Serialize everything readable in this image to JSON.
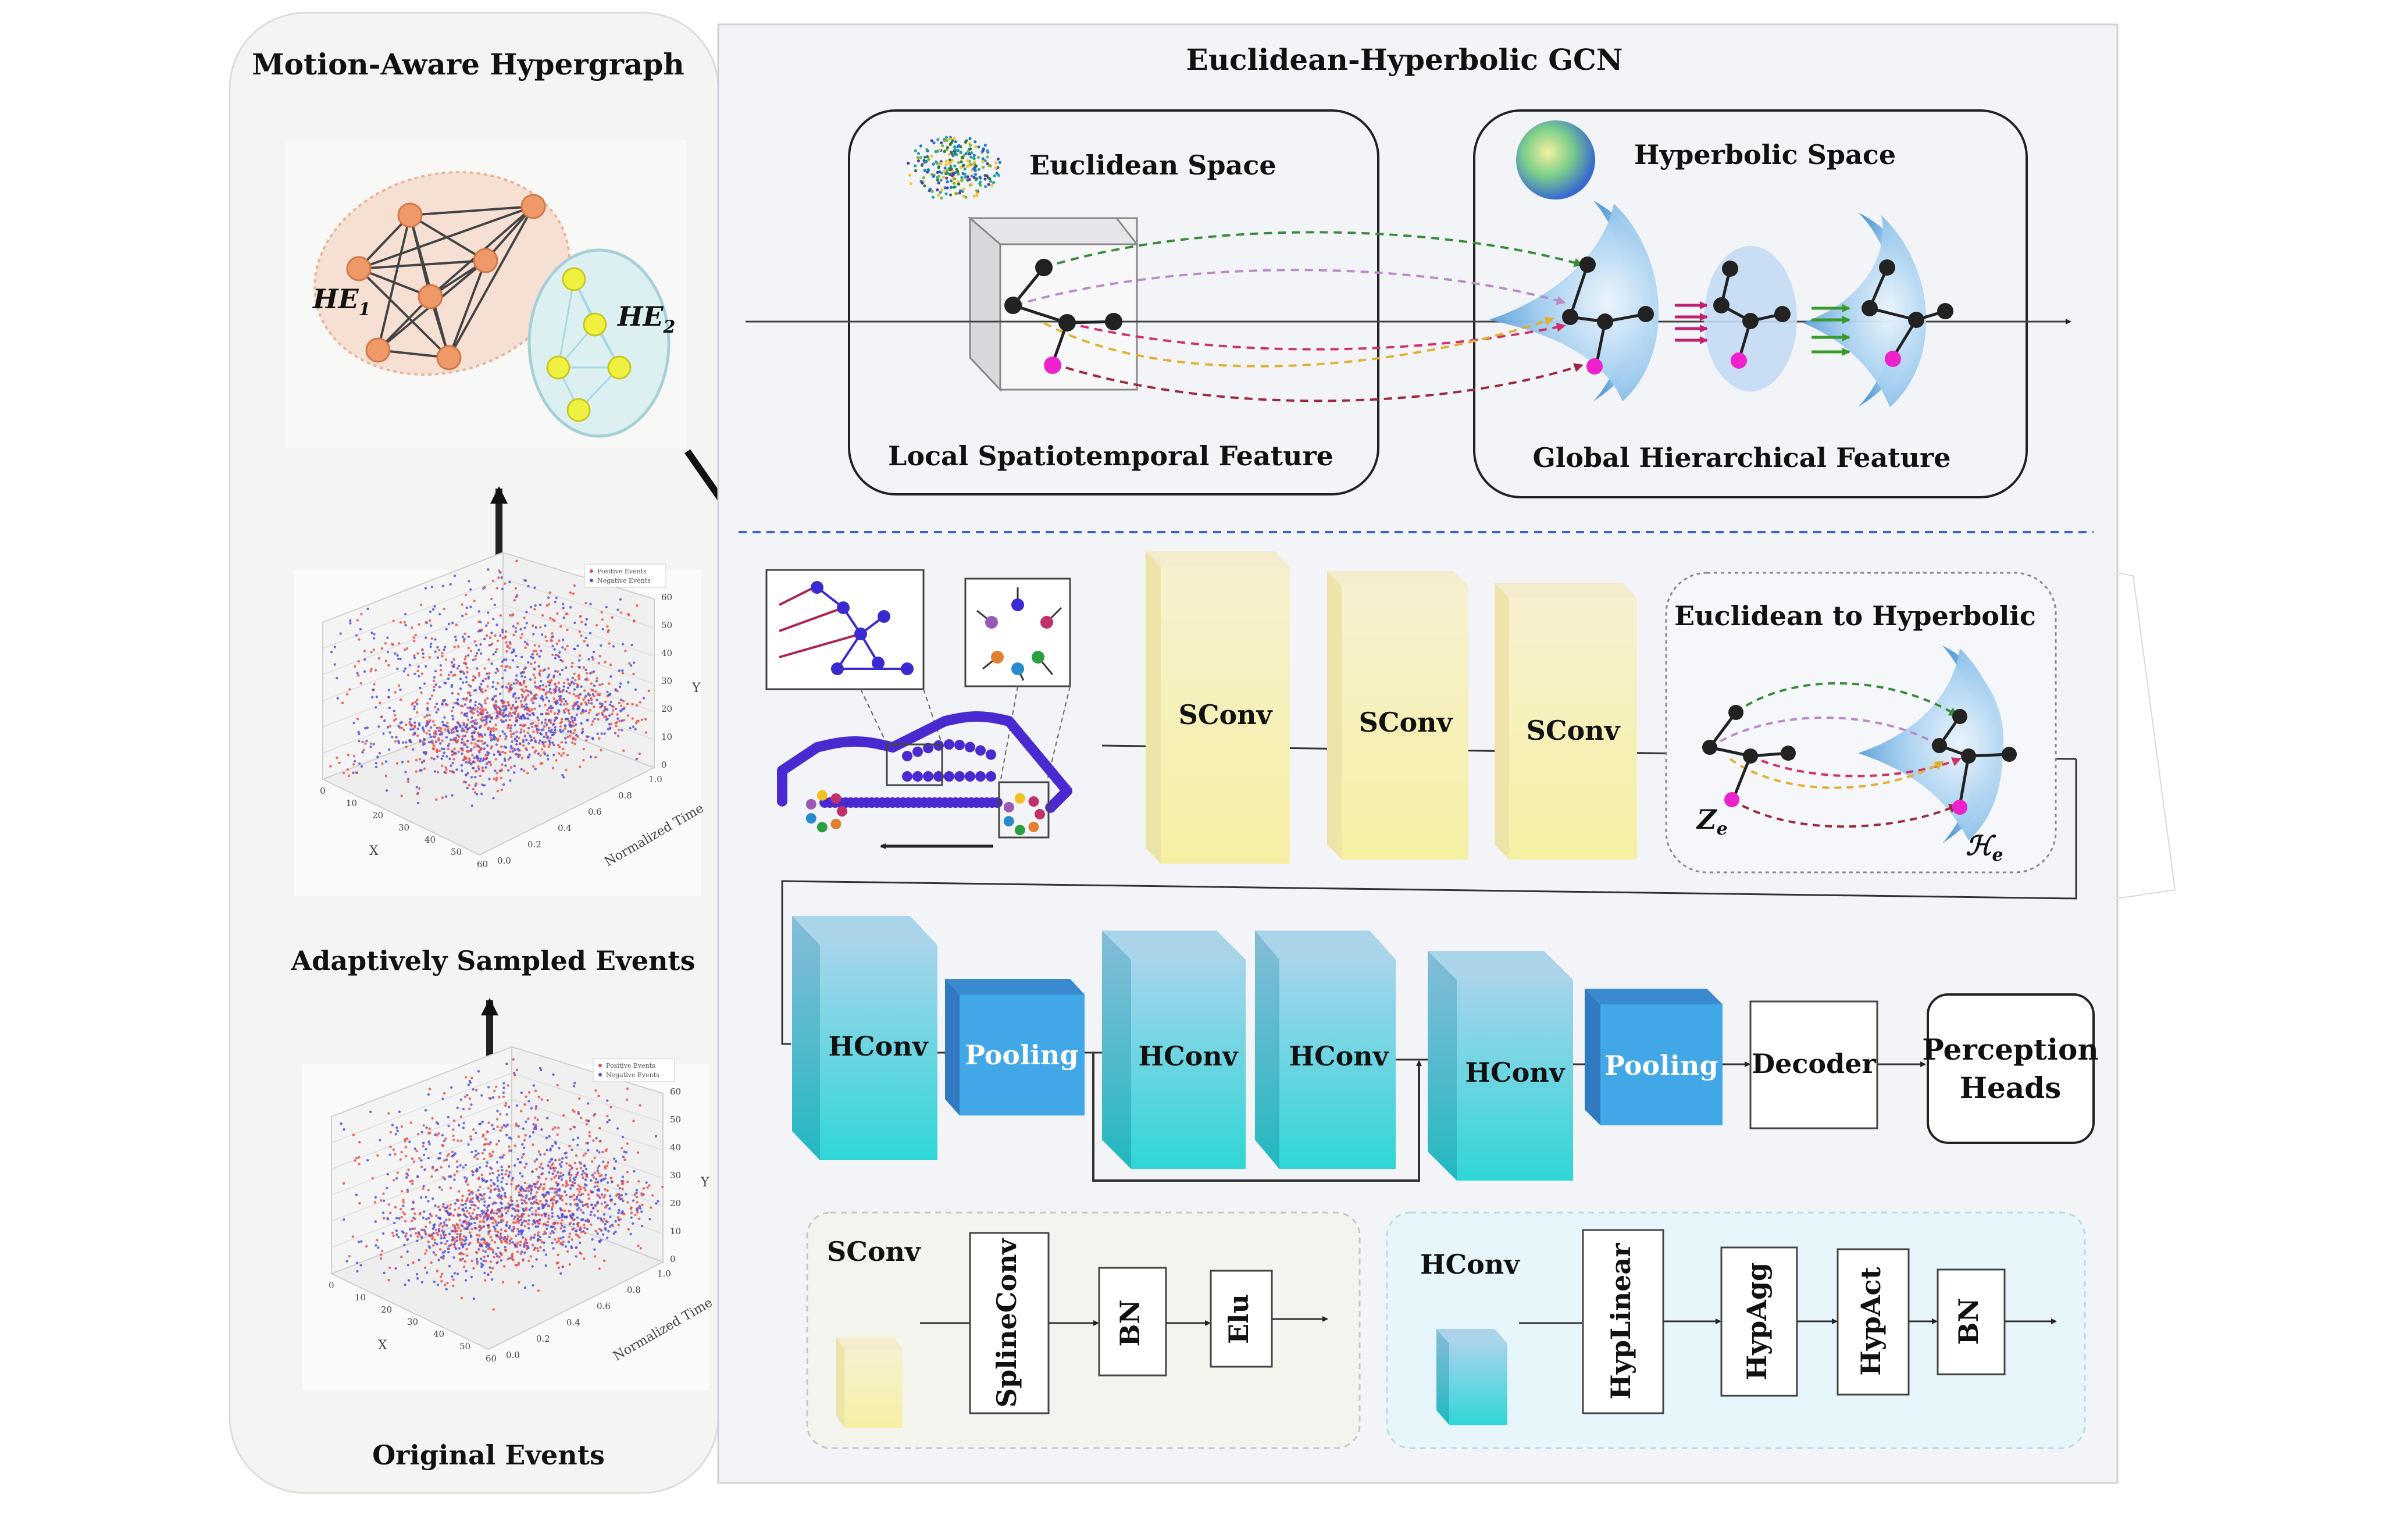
{
  "left_panel": {
    "title": "Motion-Aware Hypergraph",
    "hyperedge_1": "HE",
    "hyperedge_1_sub": "1",
    "hyperedge_2": "HE",
    "hyperedge_2_sub": "2",
    "sampled_label": "Adaptively Sampled Events",
    "original_label": "Original Events",
    "plot": {
      "legend_positive": "Positive Events",
      "legend_negative": "Negative Events",
      "x_label": "X",
      "y_label": "Y",
      "t_label": "Normalized Time",
      "x_ticks": [
        "0",
        "10",
        "20",
        "30",
        "40",
        "50",
        "60"
      ],
      "y_ticks": [
        "0",
        "10",
        "20",
        "30",
        "40",
        "50",
        "60"
      ],
      "t_ticks": [
        "0.0",
        "0.2",
        "0.4",
        "0.6",
        "0.8",
        "1.0"
      ],
      "colors": {
        "positive": "#e8493f",
        "negative": "#4a4ad8"
      }
    }
  },
  "gcn_panel": {
    "title": "Euclidean-Hyperbolic GCN",
    "euclidean_space": "Euclidean Space",
    "hyperbolic_space": "Hyperbolic Space",
    "local_feature": "Local Spatiotemporal Feature",
    "global_feature": "Global Hierarchical Feature"
  },
  "pipeline": {
    "sconv_blocks": [
      "SConv",
      "SConv",
      "SConv"
    ],
    "e2h_title": "Euclidean to Hyperbolic",
    "z_label": "Z",
    "z_sub": "e",
    "h_label": "ℋ",
    "h_sub": "e",
    "hconv_1": "HConv",
    "pooling_1": "Pooling",
    "hconv_2": "HConv",
    "hconv_3": "HConv",
    "hconv_4": "HConv",
    "pooling_2": "Pooling",
    "decoder": "Decoder",
    "perception_line1": "Perception",
    "perception_line2": "Heads"
  },
  "legend_sconv": {
    "title": "SConv",
    "steps": [
      "SplineConv",
      "BN",
      "Elu"
    ]
  },
  "legend_hconv": {
    "title": "HConv",
    "steps": [
      "HypLinear",
      "HypAgg",
      "HypAct",
      "BN"
    ]
  },
  "colors": {
    "sconv_fill": "#f7f2b4",
    "hconv_fill": "#3ccfd6",
    "pooling_fill": "#3a9fe0",
    "hyperbolic_blue": "#8fc3ec",
    "node": "#222222",
    "pink_node": "#ee22cc",
    "dash_green": "#3a8a3a",
    "dash_purple": "#b78cc8",
    "dash_pink": "#d0306a",
    "dash_yellow": "#e0b030",
    "dash_red": "#9a2a3a",
    "separator": "#3f5fd0",
    "vehicle_dots": "#4a2ad0"
  }
}
